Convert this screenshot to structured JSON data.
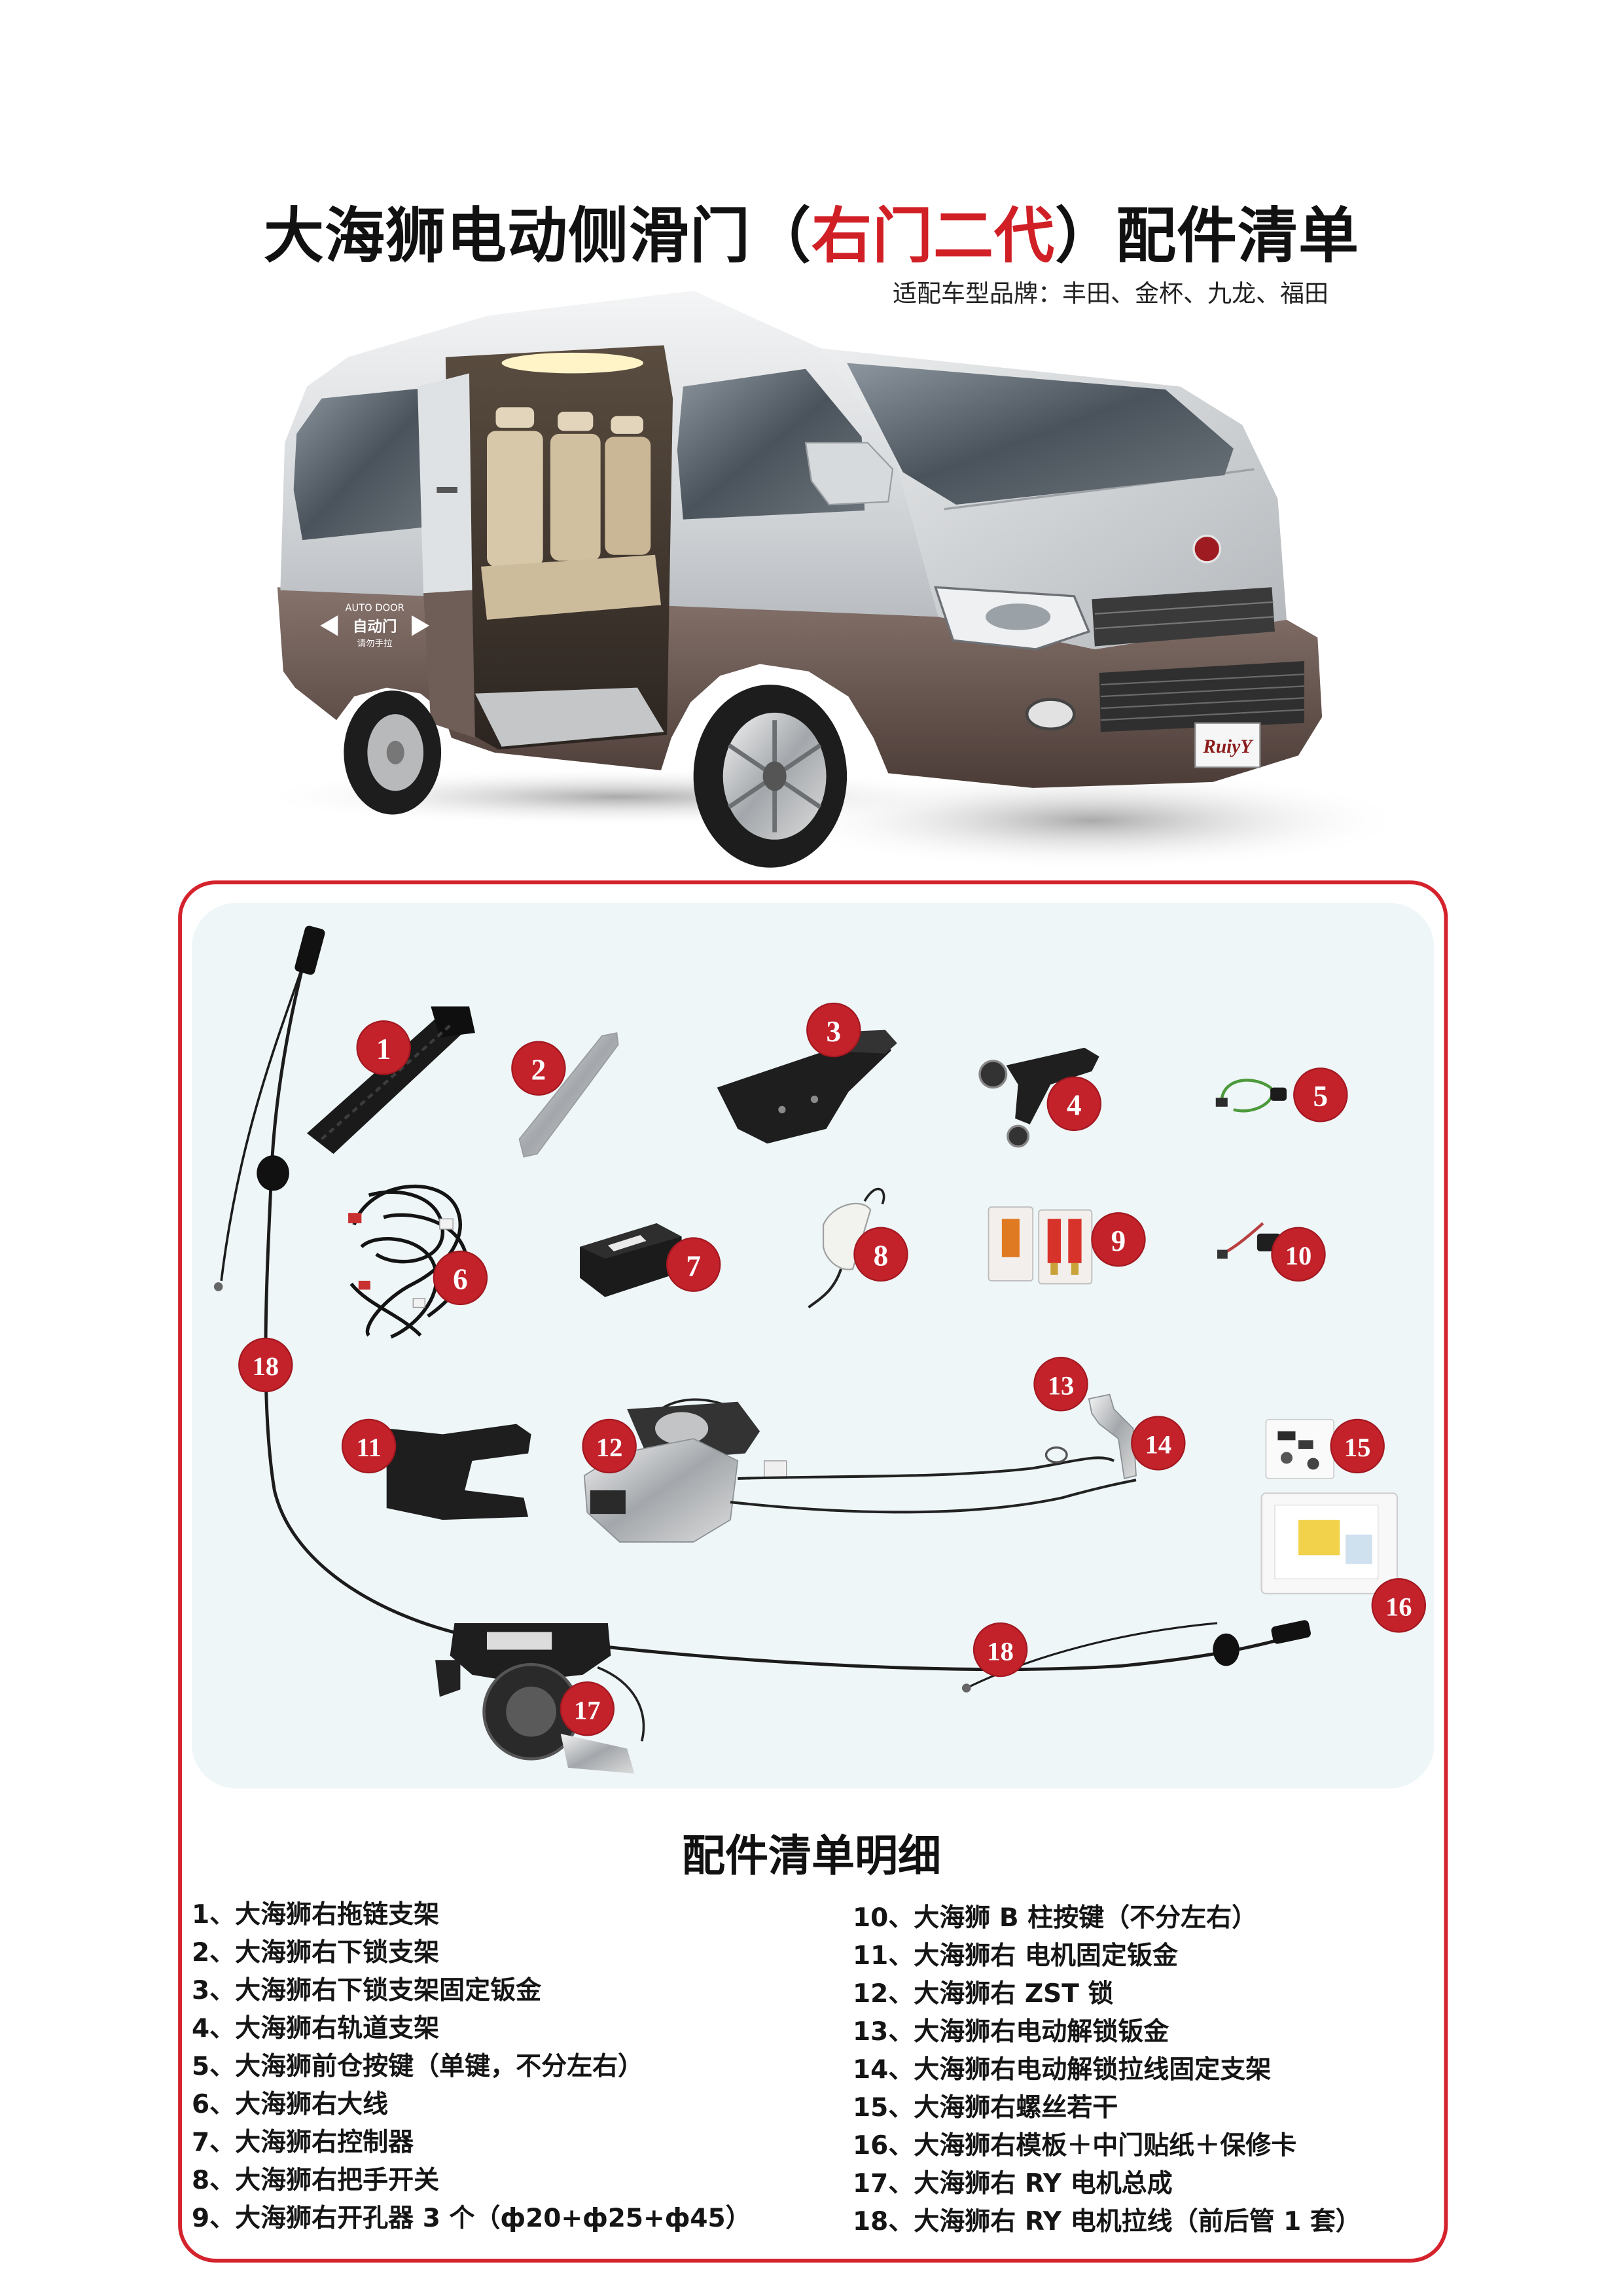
{
  "title": {
    "prefix": "大海狮电动侧滑门（",
    "highlight": "右门二代",
    "suffix": "）配件清单"
  },
  "subtitle": "适配车型品牌：丰田、金杯、九龙、福田",
  "van": {
    "decal_en": "AUTO DOOR",
    "decal_cn": "自动门",
    "decal_note": "请勿手拉",
    "plate": "RuiyY"
  },
  "part_badges": [
    "1",
    "2",
    "3",
    "4",
    "5",
    "6",
    "7",
    "8",
    "9",
    "10",
    "11",
    "12",
    "13",
    "14",
    "15",
    "16",
    "17",
    "18",
    "18"
  ],
  "detail": {
    "heading": "配件清单明细",
    "left": [
      "1、大海狮右拖链支架",
      "2、大海狮右下锁支架",
      "3、大海狮右下锁支架固定钣金",
      "4、大海狮右轨道支架",
      "5、大海狮前仓按键（单键，不分左右）",
      "6、大海狮右大线",
      "7、大海狮右控制器",
      "8、大海狮右把手开关",
      "9、大海狮右开孔器 3 个（ф20+ф25+ф45）"
    ],
    "right": [
      "10、大海狮 B 柱按键（不分左右）",
      "11、大海狮右 电机固定钣金",
      "12、大海狮右 ZST 锁",
      "13、大海狮右电动解锁钣金",
      "14、大海狮右电动解锁拉线固定支架",
      "15、大海狮右螺丝若干",
      "16、大海狮右模板＋中门贴纸＋保修卡",
      "17、大海狮右 RY 电机总成",
      "18、大海狮右 RY 电机拉线（前后管 1 套）"
    ]
  },
  "colors": {
    "title_red": "#d11f26",
    "border_red": "#d4232d",
    "badge_red": "#c3222b",
    "panel_bg": "#eef6f8"
  }
}
